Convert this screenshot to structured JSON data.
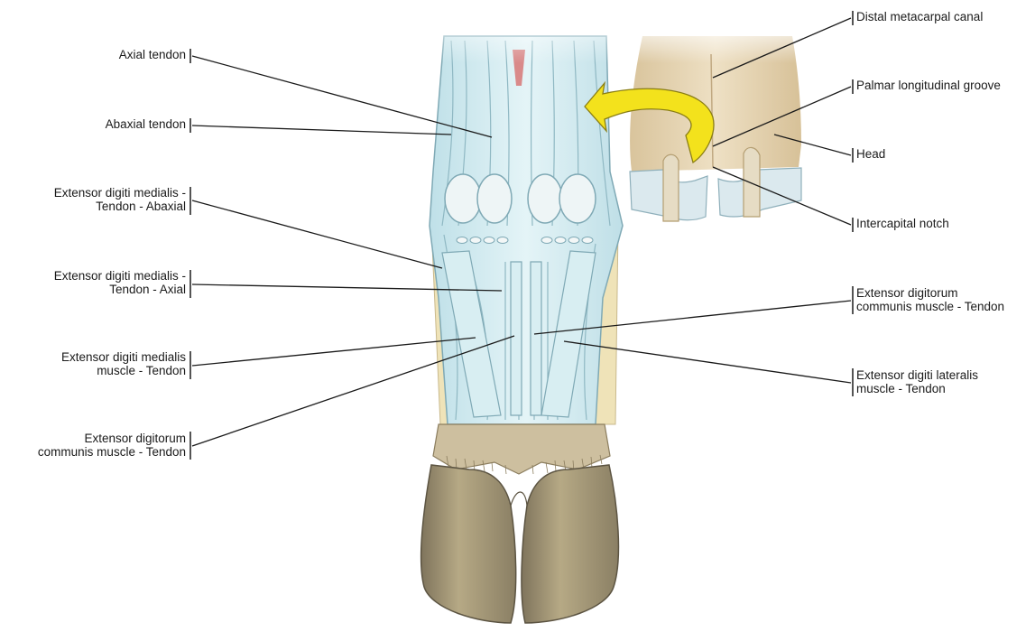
{
  "labels": {
    "axial_tendon": [
      "Axial tendon"
    ],
    "abaxial_tendon": [
      "Abaxial tendon"
    ],
    "edm_tendon_abaxial": [
      "Extensor digiti medialis -",
      "Tendon - Abaxial"
    ],
    "edm_tendon_axial": [
      "Extensor digiti medialis -",
      "Tendon - Axial"
    ],
    "edm_muscle_tendon": [
      "Extensor digiti medialis",
      "muscle - Tendon"
    ],
    "edc_muscle_tendon_left": [
      "Extensor digitorum",
      "communis muscle - Tendon"
    ],
    "distal_metacarpal_canal": [
      "Distal metacarpal canal"
    ],
    "palmar_longitudinal_groove": [
      "Palmar longitudinal groove"
    ],
    "head": [
      "Head"
    ],
    "intercapital_notch": [
      "Intercapital notch"
    ],
    "edc_muscle_tendon_right": [
      "Extensor digitorum",
      "communis muscle - Tendon"
    ],
    "edl_muscle_tendon": [
      "Extensor digiti lateralis",
      "muscle - Tendon"
    ]
  },
  "colors": {
    "tendon": "#d4ecf1",
    "tendon_stroke": "#7fa9b5",
    "bone": "#e6d3b0",
    "bone_dark": "#cdb78d",
    "hoof": "#a39676",
    "hoof_dark": "#6e6450",
    "coronet": "#c9b998",
    "arrow": "#f3e21c",
    "leader": "#1a1a1a"
  }
}
